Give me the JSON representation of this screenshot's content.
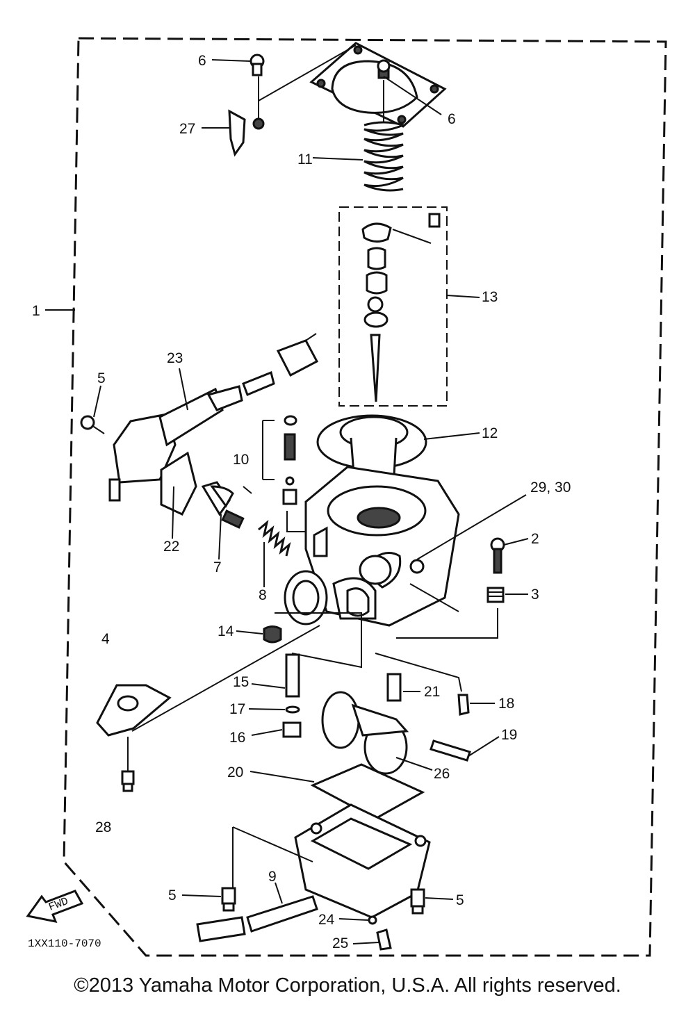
{
  "diagram_code": "1XX110-7070",
  "fwd_label": "FWD",
  "copyright": "©2013 Yamaha Motor Corporation, U.S.A. All rights reserved.",
  "callouts": {
    "c1": "1",
    "c2": "2",
    "c3": "3",
    "c4": "4",
    "c5a": "5",
    "c5b": "5",
    "c5c": "5",
    "c6a": "6",
    "c6b": "6",
    "c7": "7",
    "c8": "8",
    "c9": "9",
    "c10": "10",
    "c11": "11",
    "c12": "12",
    "c13": "13",
    "c14": "14",
    "c15": "15",
    "c16": "16",
    "c17": "17",
    "c18": "18",
    "c19": "19",
    "c20": "20",
    "c21": "21",
    "c22": "22",
    "c23": "23",
    "c24": "24",
    "c25": "25",
    "c26": "26",
    "c27": "27",
    "c28": "28",
    "c2930": "29, 30"
  }
}
